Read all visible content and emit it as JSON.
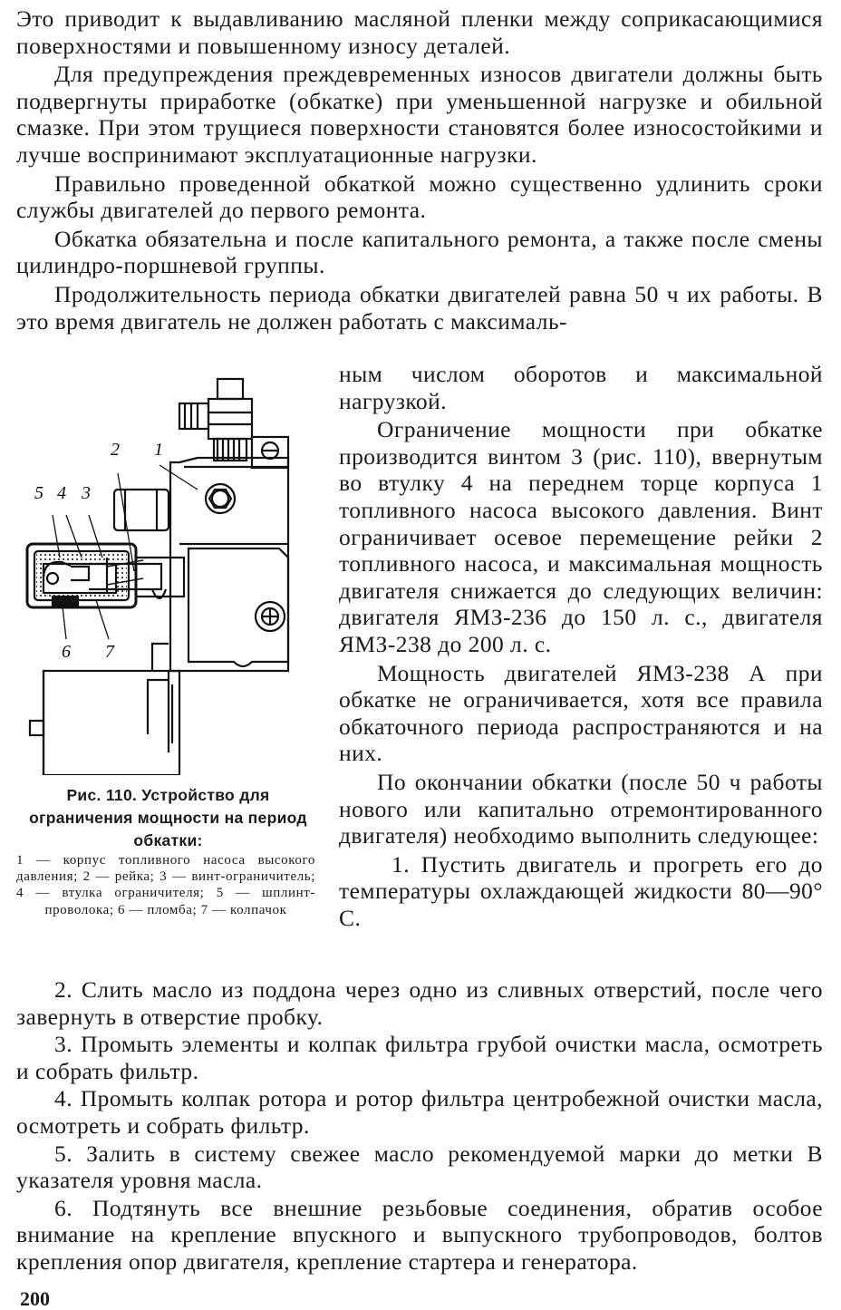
{
  "top_paragraphs": [
    "Это приводит к выдавливанию масляной пленки между соприкасающимися поверхностями и повышенному износу деталей.",
    "Для предупреждения преждевременных износов двигатели должны быть подвергнуты приработке (обкатке) при уменьшенной нагрузке и обильной смазке. При этом трущиеся поверхности становятся более износостойкими и лучше воспринимают эксплуатационные нагрузки.",
    "Правильно проведенной обкаткой можно существенно удлинить сроки службы двигателей до первого ремонта.",
    "Обкатка обязательна и после капитального ремонта, а также после смены цилиндро-поршневой группы.",
    "Продолжительность периода обкатки двигателей равна 50 ч их работы. В это время двигатель не должен работать с максималь-"
  ],
  "right_column": [
    "ным числом оборотов и максимальной нагрузкой.",
    "Ограничение мощности при обкатке производится винтом 3 (рис. 110), ввернутым во втулку 4 на переднем торце корпуса 1 топливного насоса высокого давления. Винт ограничивает осевое перемещение рейки 2 топливного насоса, и максимальная мощность двигателя снижается до следующих величин: двигателя ЯМЗ-236 до 150 л. с., двигателя ЯМЗ-238 до 200 л. с.",
    "Мощность двигателей ЯМЗ-238 А при обкатке не ограничивается, хотя все правила обкаточного периода распространяются и на них.",
    "По окончании обкатки (после 50 ч работы нового или капитально отремонтированного двигателя) необходимо выполнить следующее:",
    "1. Пустить двигатель и прогреть его до температуры охлаждающей жидкости 80—90° С."
  ],
  "bottom_paragraphs": [
    "2. Слить масло из поддона через одно из сливных отверстий, после чего завернуть в отверстие пробку.",
    "3. Промыть элементы и колпак фильтра грубой очистки масла, осмотреть и собрать фильтр.",
    "4. Промыть колпак ротора и ротор фильтра центробежной очистки масла, осмотреть и собрать фильтр.",
    "5. Залить в систему свежее масло рекомендуемой марки до метки В указателя уровня масла.",
    "6. Подтянуть все внешние резьбовые соединения, обратив особое внимание на крепление впускного и выпускного трубопроводов, болтов крепления опор двигателя, крепление стартера и генератора."
  ],
  "figure": {
    "title": "Рис. 110. Устройство для ограничения мощности на период обкатки:",
    "legend": "1 — корпус топливного насоса высокого давления; 2 — рейка; 3 — винт-ограничитель; 4 — втулка ограничителя; 5 — шплинт-проволока; 6 — пломба; 7 — колпачок",
    "labels": [
      "1",
      "2",
      "3",
      "4",
      "5",
      "6",
      "7"
    ]
  },
  "page_number": "200"
}
